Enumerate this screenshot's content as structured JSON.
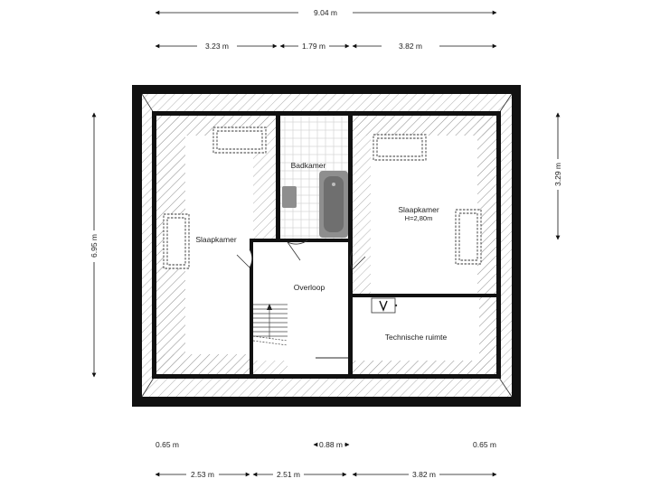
{
  "dimensions": {
    "top_total": "9.04 m",
    "top_left": "3.23 m",
    "top_mid": "1.79 m",
    "top_right": "3.82 m",
    "left_height": "6.95 m",
    "right_height": "3.29 m",
    "bottom_left_margin": "0.65 m",
    "bottom_mid_margin": "0.88 m",
    "bottom_right_margin": "0.65 m",
    "bottom_left": "2.53 m",
    "bottom_mid": "2.51 m",
    "bottom_right": "3.82 m"
  },
  "rooms": {
    "slaapkamer_left": "Slaapkamer",
    "badkamer": "Badkamer",
    "slaapkamer_right": "Slaapkamer",
    "slaapkamer_right_height": "H=2,80m",
    "overloop": "Overloop",
    "technische_ruimte": "Technische ruimte"
  },
  "colors": {
    "wall": "#111111",
    "hatch": "#9a9a9a",
    "tile": "#c8c8c8",
    "fixture": "#8e8e8e"
  }
}
